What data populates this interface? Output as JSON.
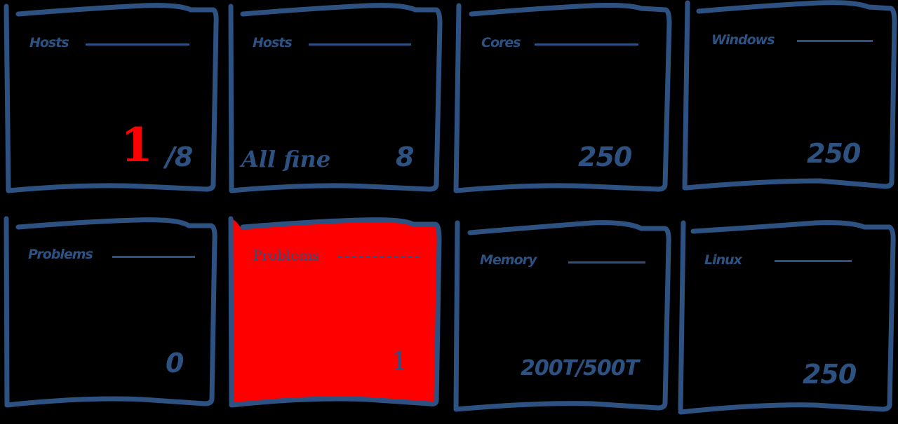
{
  "colors": {
    "background": "#000000",
    "stroke": "#2d5282",
    "alert": "#ff0000"
  },
  "tiles": [
    {
      "id": "hosts-problem",
      "title": "Hosts",
      "value_highlight": "1",
      "value_rest": "/8",
      "status": "problem"
    },
    {
      "id": "hosts-ok",
      "title": "Hosts",
      "subtext": "All fine",
      "value": "8",
      "status": "ok"
    },
    {
      "id": "cores",
      "title": "Cores",
      "value": "250"
    },
    {
      "id": "windows",
      "title": "Windows",
      "value": "250"
    },
    {
      "id": "problems-zero",
      "title": "Problems",
      "value": "0"
    },
    {
      "id": "problems-alert",
      "title": "Problems",
      "value": "1",
      "status": "alert"
    },
    {
      "id": "memory",
      "title": "Memory",
      "value": "200T/500T"
    },
    {
      "id": "linux",
      "title": "Linux",
      "value": "250"
    }
  ]
}
